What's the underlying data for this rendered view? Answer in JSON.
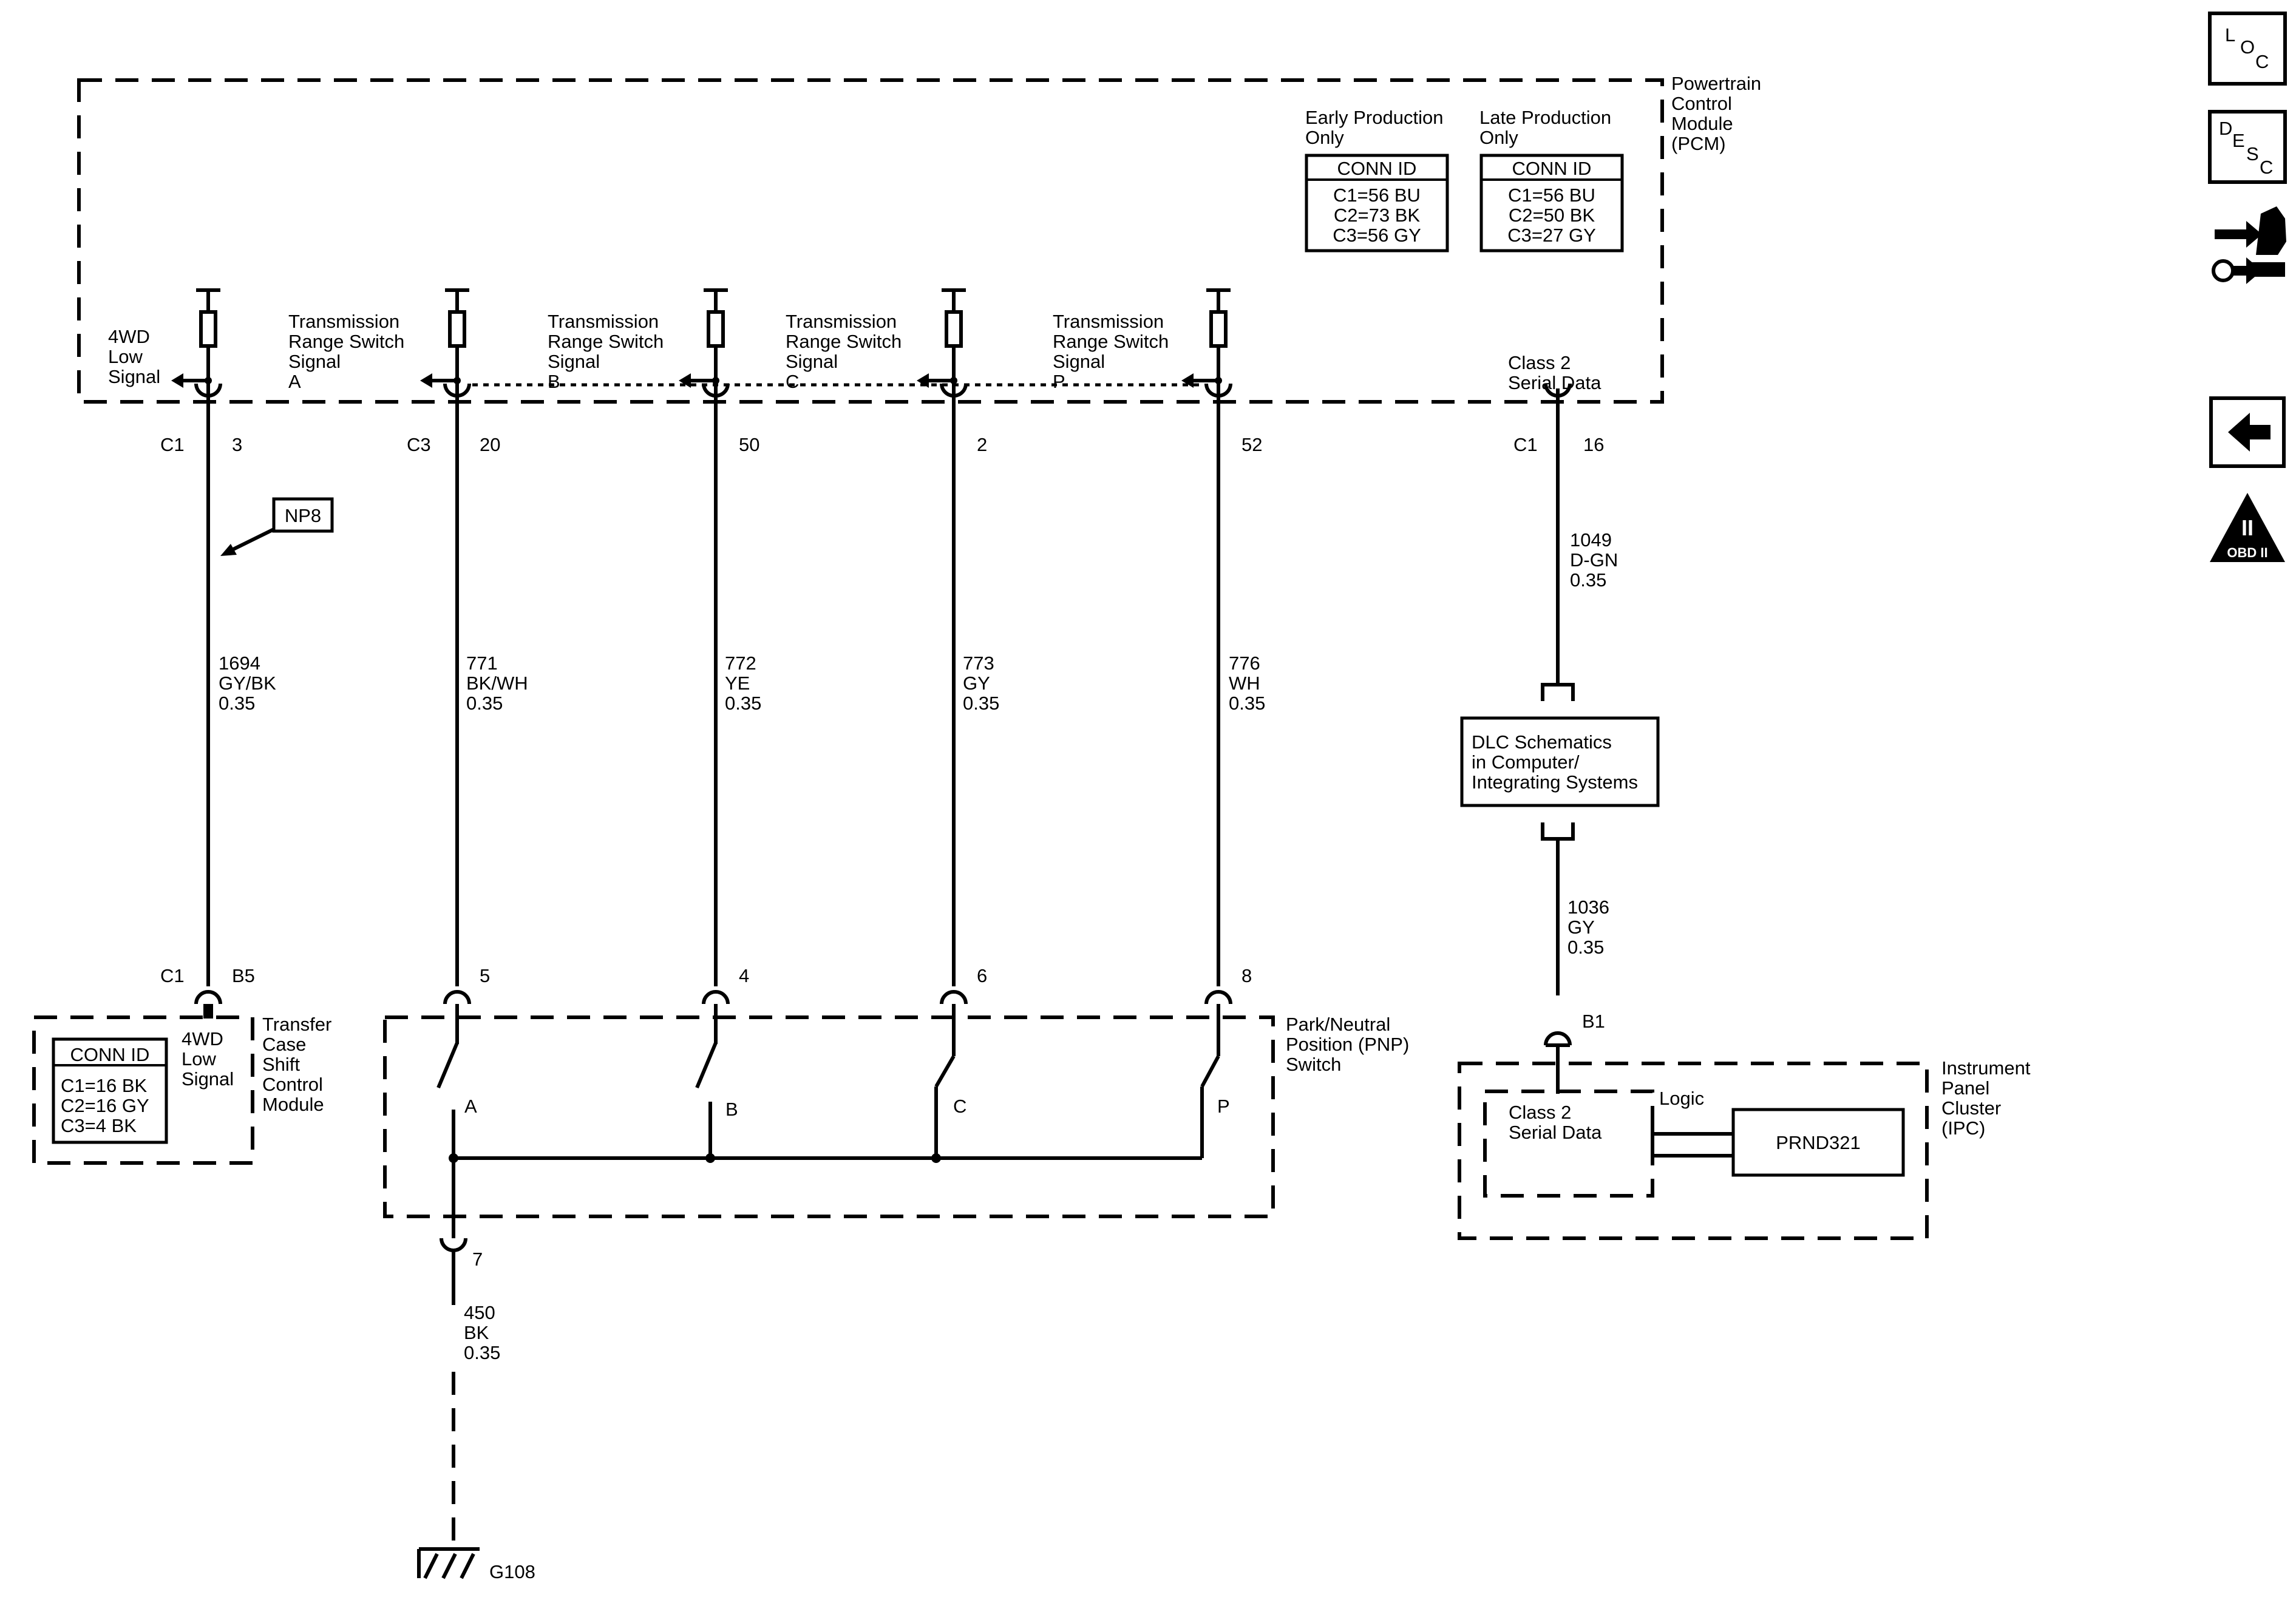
{
  "pcm": {
    "name_lines": [
      "Powertrain",
      "Control",
      "Module",
      "(PCM)"
    ],
    "early": {
      "title_lines": [
        "Early Production",
        "Only"
      ],
      "conn_header": "CONN ID",
      "conn_rows": [
        "C1=56 BU",
        "C2=73 BK",
        "C3=56 GY"
      ]
    },
    "late": {
      "title_lines": [
        "Late Production",
        "Only"
      ],
      "conn_header": "CONN ID",
      "conn_rows": [
        "C1=56 BU",
        "C2=50 BK",
        "C3=27 GY"
      ]
    },
    "signals": [
      {
        "lines": [
          "4WD",
          "Low",
          "Signal"
        ]
      },
      {
        "lines": [
          "Transmission",
          "Range Switch",
          "Signal",
          "A"
        ]
      },
      {
        "lines": [
          "Transmission",
          "Range Switch",
          "Signal",
          "B"
        ]
      },
      {
        "lines": [
          "Transmission",
          "Range Switch",
          "Signal",
          "C"
        ]
      },
      {
        "lines": [
          "Transmission",
          "Range Switch",
          "Signal",
          "P"
        ]
      },
      {
        "lines": [
          "Class 2",
          "Serial Data"
        ]
      }
    ],
    "pins": [
      {
        "conn": "C1",
        "pin": "3"
      },
      {
        "conn": "C3",
        "pin": "20"
      },
      {
        "conn": "",
        "pin": "50"
      },
      {
        "conn": "",
        "pin": "2"
      },
      {
        "conn": "",
        "pin": "52"
      },
      {
        "conn": "C1",
        "pin": "16"
      }
    ]
  },
  "wires": [
    {
      "circuit": "1694",
      "color": "GY/BK",
      "size": "0.35"
    },
    {
      "circuit": "771",
      "color": "BK/WH",
      "size": "0.35"
    },
    {
      "circuit": "772",
      "color": "YE",
      "size": "0.35"
    },
    {
      "circuit": "773",
      "color": "GY",
      "size": "0.35"
    },
    {
      "circuit": "776",
      "color": "WH",
      "size": "0.35"
    },
    {
      "circuit": "1049",
      "color": "D-GN",
      "size": "0.35"
    },
    {
      "circuit": "1036",
      "color": "GY",
      "size": "0.35"
    },
    {
      "circuit": "450",
      "color": "BK",
      "size": "0.35"
    }
  ],
  "np8_label": "NP8",
  "tcscm": {
    "name_lines": [
      "Transfer",
      "Case",
      "Shift",
      "Control",
      "Module"
    ],
    "conn_header": "CONN ID",
    "conn_rows": [
      "C1=16 BK",
      "C2=16 GY",
      "C3=4 BK"
    ],
    "signal_lines": [
      "4WD",
      "Low",
      "Signal"
    ],
    "conn": "C1",
    "pin": "B5"
  },
  "pnp": {
    "name_lines": [
      "Park/Neutral",
      "Position (PNP)",
      "Switch"
    ],
    "pins": [
      "5",
      "4",
      "6",
      "8"
    ],
    "contacts": [
      "A",
      "B",
      "C",
      "P"
    ],
    "ground_pin": "7"
  },
  "ground": {
    "label": "G108"
  },
  "dlc": {
    "lines": [
      "DLC Schematics",
      "in Computer/",
      "Integrating Systems"
    ]
  },
  "ipc": {
    "name_lines": [
      "Instrument",
      "Panel",
      "Cluster",
      "(IPC)"
    ],
    "pin": "B1",
    "serial_lines": [
      "Class 2",
      "Serial Data"
    ],
    "logic_label": "Logic",
    "display": "PRND321"
  },
  "sidebar": {
    "loc_letters": [
      "L",
      "O",
      "C"
    ],
    "desc_letters": [
      "D",
      "E",
      "S",
      "C"
    ],
    "obd_label": "OBD II",
    "obd_numeral": "II"
  },
  "icons": [
    "connector-end-view-icon",
    "back-arrow-icon",
    "obd-ii-icon"
  ]
}
